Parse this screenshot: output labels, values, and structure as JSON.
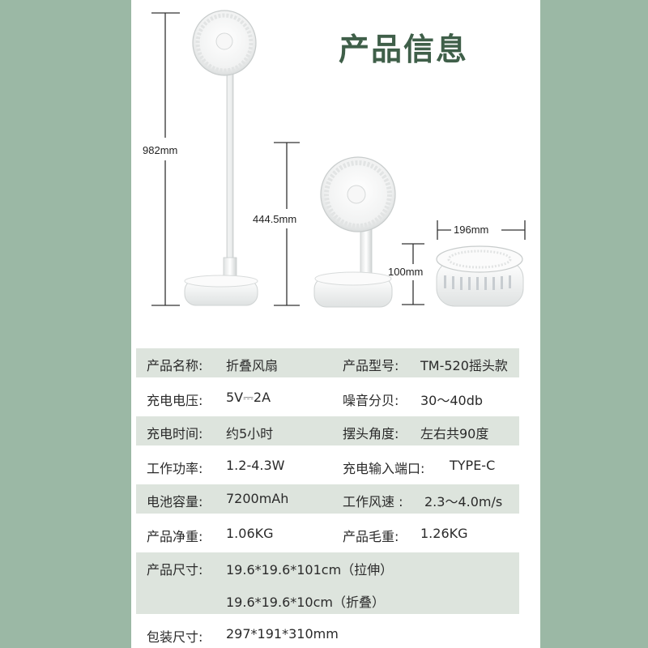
{
  "title": "产品信息",
  "dimensions": {
    "height_extended": "982mm",
    "height_mid": "444.5mm",
    "height_folded": "100mm",
    "width_folded": "196mm"
  },
  "specs": [
    {
      "l_label": "产品名称:",
      "l_value": "折叠风扇",
      "r_label": "产品型号:",
      "r_value": "TM-520摇头款"
    },
    {
      "l_label": "充电电压:",
      "l_value": "5V⎓2A",
      "r_label": "噪音分贝:",
      "r_value": "30～40db"
    },
    {
      "l_label": "充电时间:",
      "l_value": "约5小时",
      "r_label": "摆头角度:",
      "r_value": "左右共90度"
    },
    {
      "l_label": "工作功率:",
      "l_value": "1.2-4.3W",
      "r_label": "充电输入端口:",
      "r_value": "TYPE-C"
    },
    {
      "l_label": "电池容量:",
      "l_value": "7200mAh",
      "r_label": "工作风速 :",
      "r_value": "2.3～4.0m/s"
    },
    {
      "l_label": "产品净重:",
      "l_value": "1.06KG",
      "r_label": "产品毛重:",
      "r_value": "1.26KG"
    }
  ],
  "size": {
    "label": "产品尺寸:",
    "line1": "19.6*19.6*101cm（拉伸）",
    "line2": "19.6*19.6*10cm（折叠）"
  },
  "package": {
    "label": "包装尺寸:",
    "value": "297*191*310mm"
  }
}
